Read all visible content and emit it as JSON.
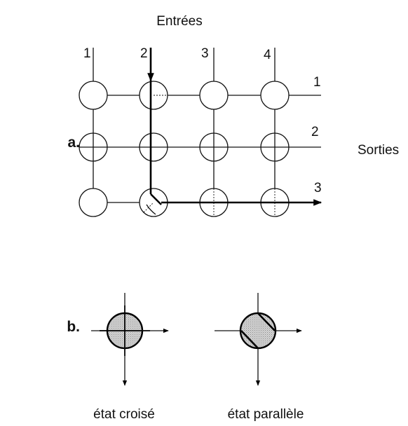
{
  "part_a": {
    "label": "a.",
    "inputs_title": "Entrées",
    "outputs_title": "Sorties",
    "input_numbers": [
      "1",
      "2",
      "3",
      "4"
    ],
    "output_numbers": [
      "1",
      "2",
      "3"
    ]
  },
  "part_b": {
    "label": "b.",
    "crossed_caption": "état croisé",
    "parallel_caption": "état parallèle"
  }
}
